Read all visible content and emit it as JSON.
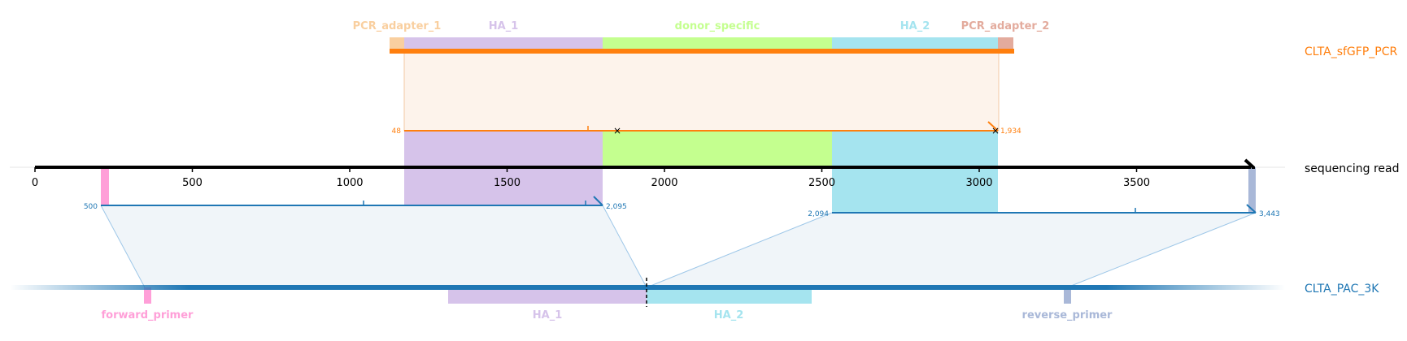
{
  "tracks": {
    "pcr": "CLTA_sfGFP_PCR",
    "read": "sequencing read",
    "ref": "CLTA_PAC_3K"
  },
  "pcr_features": [
    {
      "name": "PCR_adapter_1",
      "color": "#f9cf9f"
    },
    {
      "name": "HA_1",
      "color": "#d6c3ea"
    },
    {
      "name": "donor_specific",
      "color": "#c4ff8f"
    },
    {
      "name": "HA_2",
      "color": "#a5e4ef"
    },
    {
      "name": "PCR_adapter_2",
      "color": "#e3ab9d"
    }
  ],
  "ref_features": [
    {
      "name": "forward_primer",
      "color": "#ff9fd8"
    },
    {
      "name": "HA_1",
      "color": "#d6c3ea"
    },
    {
      "name": "HA_2",
      "color": "#a5e4ef"
    },
    {
      "name": "reverse_primer",
      "color": "#a9b8d8"
    }
  ],
  "axis": {
    "ticks": [
      "0",
      "500",
      "1000",
      "1500",
      "2000",
      "2500",
      "3000",
      "3500"
    ]
  },
  "alignments": {
    "pcr": {
      "start": "48",
      "end": "1,934"
    },
    "ref_left": {
      "start": "500",
      "end": "2,095"
    },
    "ref_right": {
      "start": "2,094",
      "end": "3,443"
    }
  },
  "colors": {
    "pcr_track": "#ff7f0e",
    "ref_track": "#1f77b4",
    "read_axis": "#000000",
    "pcr_band": "#fdf3eb",
    "ref_band": "#f0f5f9"
  }
}
